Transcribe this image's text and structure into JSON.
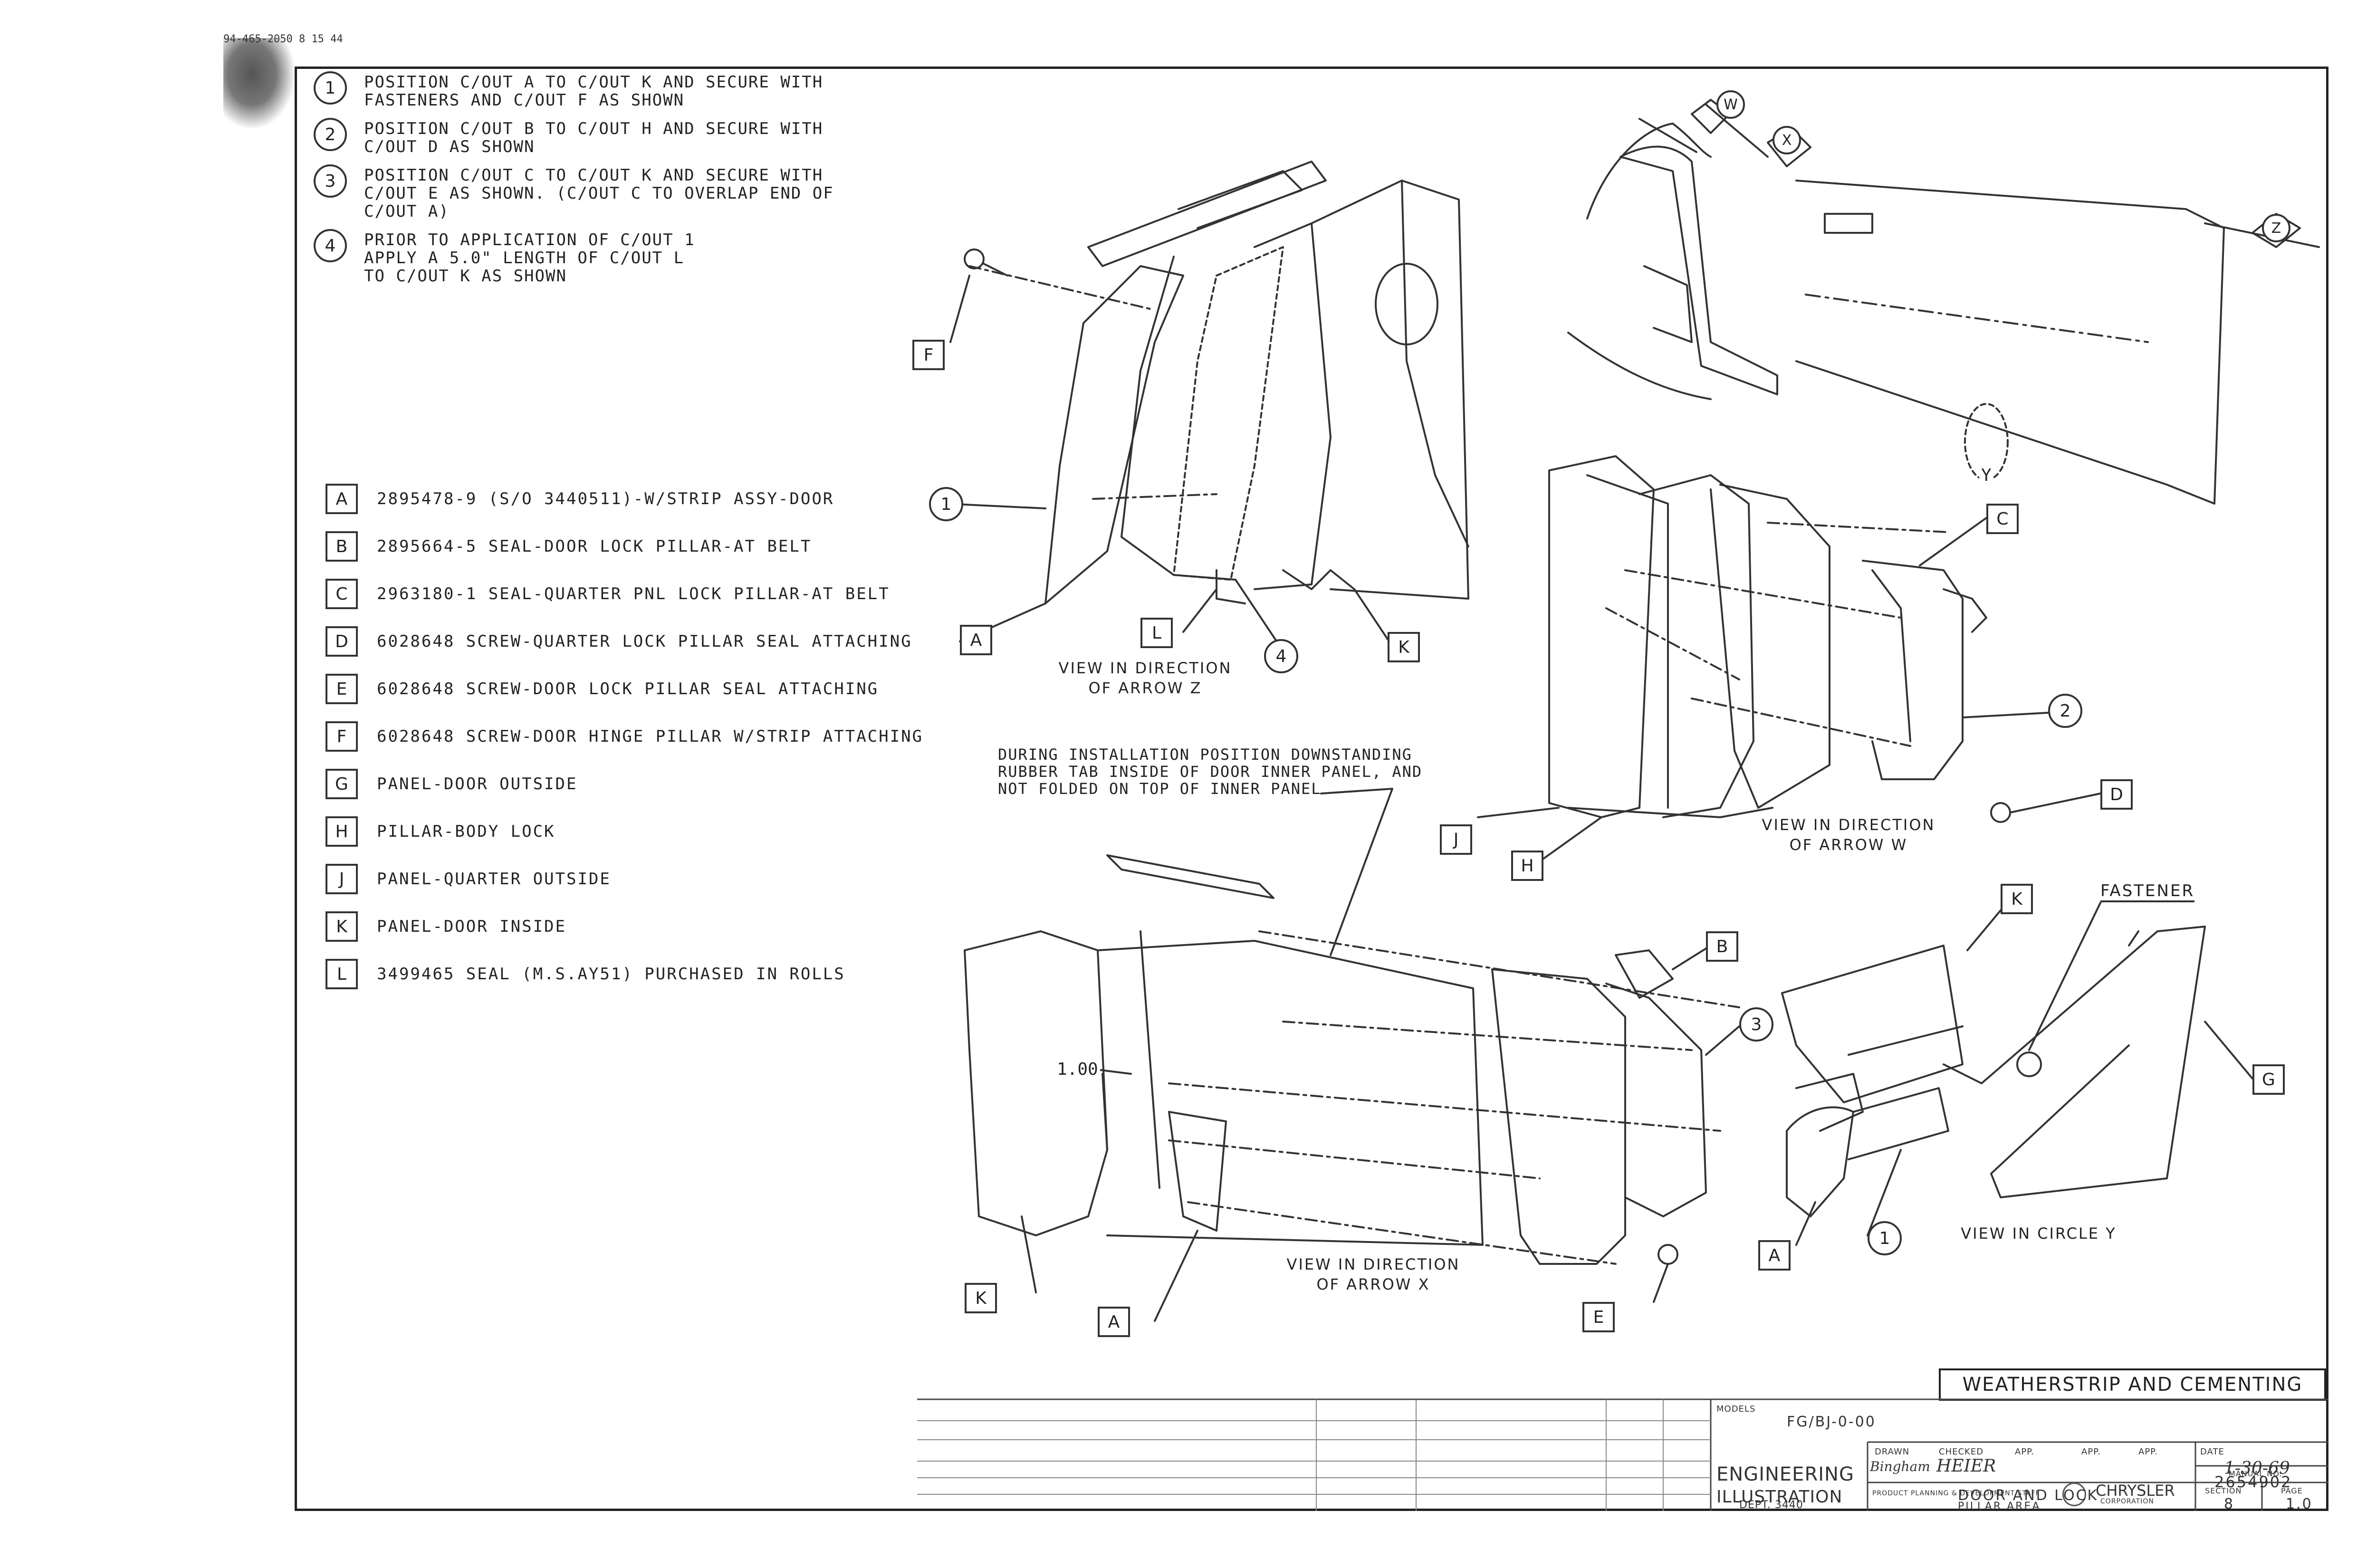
{
  "stamp": "94-465-2050 8 15 44",
  "notes": [
    {
      "num": "1",
      "text": "POSITION C/OUT A TO C/OUT K AND SECURE WITH\nFASTENERS AND C/OUT F AS SHOWN"
    },
    {
      "num": "2",
      "text": "POSITION C/OUT B TO C/OUT H AND SECURE WITH\nC/OUT D AS SHOWN"
    },
    {
      "num": "3",
      "text": "POSITION C/OUT C TO C/OUT K AND SECURE WITH\nC/OUT E AS SHOWN.  (C/OUT C TO OVERLAP END OF\nC/OUT A)"
    },
    {
      "num": "4",
      "text": "PRIOR TO APPLICATION OF C/OUT 1\nAPPLY A 5.0\" LENGTH OF C/OUT L\nTO C/OUT K AS SHOWN"
    }
  ],
  "parts": [
    {
      "code": "A",
      "text": "2895478-9 (S/O 3440511)-W/STRIP ASSY-DOOR"
    },
    {
      "code": "B",
      "text": "2895664-5 SEAL-DOOR LOCK PILLAR-AT BELT"
    },
    {
      "code": "C",
      "text": "2963180-1 SEAL-QUARTER PNL LOCK PILLAR-AT BELT"
    },
    {
      "code": "D",
      "text": "6028648 SCREW-QUARTER LOCK PILLAR SEAL ATTACHING"
    },
    {
      "code": "E",
      "text": "6028648 SCREW-DOOR LOCK PILLAR SEAL ATTACHING"
    },
    {
      "code": "F",
      "text": "6028648 SCREW-DOOR HINGE PILLAR W/STRIP ATTACHING"
    },
    {
      "code": "G",
      "text": "PANEL-DOOR OUTSIDE"
    },
    {
      "code": "H",
      "text": "PILLAR-BODY LOCK"
    },
    {
      "code": "J",
      "text": "PANEL-QUARTER OUTSIDE"
    },
    {
      "code": "K",
      "text": "PANEL-DOOR INSIDE"
    },
    {
      "code": "L",
      "text": "3499465 SEAL (M.S.AY51) PURCHASED IN ROLLS"
    }
  ],
  "views": {
    "z": "VIEW IN DIRECTION\nOF ARROW Z",
    "w": "VIEW IN DIRECTION\nOF ARROW W",
    "x": "VIEW IN DIRECTION\nOF ARROW X",
    "y": "VIEW IN CIRCLE Y"
  },
  "install_note": "DURING INSTALLATION POSITION DOWNSTANDING\nRUBBER TAB INSIDE OF DOOR INNER PANEL, AND\nNOT FOLDED ON TOP OF INNER PANEL",
  "dimension": "1.00",
  "fastener_label": "FASTENER",
  "arrows": {
    "w": "W",
    "x": "X",
    "z": "Z",
    "y": "Y"
  },
  "callouts": {
    "F": "F",
    "A1": "A",
    "L": "L",
    "K1": "K",
    "C": "C",
    "D": "D",
    "J": "J",
    "H": "H",
    "B": "B",
    "G": "G",
    "K2": "K",
    "K3": "K",
    "A2": "A",
    "E": "E",
    "A3": "A",
    "c1": "1",
    "c4": "4",
    "c2": "2",
    "c3": "3",
    "c1b": "1"
  },
  "title_block": {
    "title": "WEATHERSTRIP AND CEMENTING",
    "models_label": "MODELS",
    "models": "FG/BJ-0-00",
    "engineering": "ENGINEERING",
    "illustration": "ILLUSTRATION",
    "dept": "DEPT. 3440",
    "drawn_label": "DRAWN",
    "checked_label": "CHECKED",
    "app_label": "APP.",
    "date_label": "DATE",
    "date": "1-30-69",
    "checked_by": "HEIER",
    "drawn_by": "Bingham",
    "staff": "PRODUCT PLANNING & DEVELOPMENT STAFF",
    "company": "CHRYSLER",
    "corporation": "CORPORATION",
    "manual_label": "MANUAL NO.",
    "manual": "2654902",
    "name_line1": "DOOR AND LOCK",
    "name_line2": "PILLAR AREA",
    "section_label": "SECTION",
    "page_label": "PAGE",
    "section": "8",
    "page": "1.0"
  }
}
